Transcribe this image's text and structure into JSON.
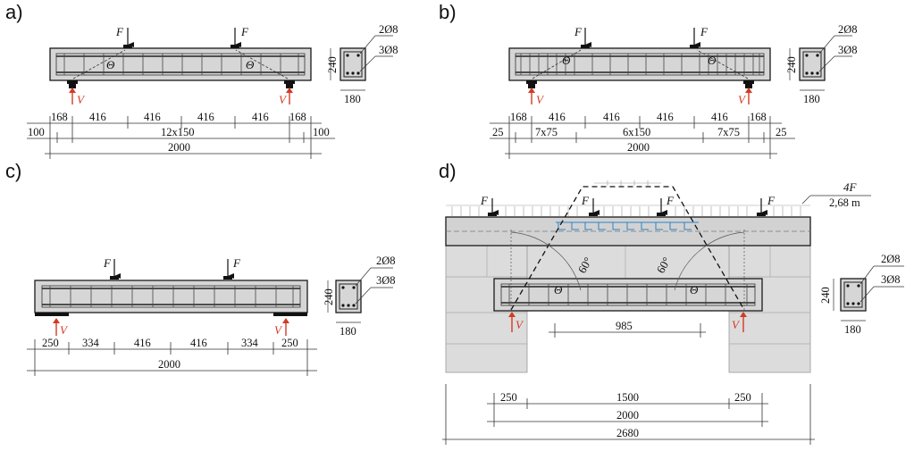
{
  "colors": {
    "beam": "#d6d6d6",
    "edge": "#1a1a1a",
    "reaction": "#d43a24",
    "block": "#dcdcdc",
    "plate": "#bfe0f5"
  },
  "panels": {
    "a": {
      "label": "a)",
      "load": "F",
      "reaction": "V",
      "theta": "Θ",
      "section": {
        "height": "240",
        "width": "180",
        "top_bars": "2Ø8",
        "bottom_bars": "3Ø8"
      },
      "dims": {
        "r1": [
          "168",
          "416",
          "416",
          "416",
          "416",
          "168"
        ],
        "r2": [
          "100",
          "12x150",
          "100"
        ],
        "r3": "2000"
      }
    },
    "b": {
      "label": "b)",
      "load": "F",
      "reaction": "V",
      "theta": "Θ",
      "section": {
        "height": "240",
        "width": "180",
        "top_bars": "2Ø8",
        "bottom_bars": "3Ø8"
      },
      "dims": {
        "r1": [
          "168",
          "416",
          "416",
          "416",
          "416",
          "168"
        ],
        "r2": [
          "25",
          "7x75",
          "6x150",
          "7x75",
          "25"
        ],
        "r3": "2000"
      }
    },
    "c": {
      "label": "c)",
      "load": "F",
      "reaction": "V",
      "section": {
        "height": "240",
        "width": "180",
        "top_bars": "2Ø8",
        "bottom_bars": "3Ø8"
      },
      "dims": {
        "r1": [
          "250",
          "334",
          "416",
          "416",
          "334",
          "250"
        ],
        "r2": "2000"
      }
    },
    "d": {
      "label": "d)",
      "load": "F",
      "reaction": "V",
      "theta": "Θ",
      "load_note_top": "4F",
      "load_note_bottom": "2,68 m",
      "angle": "60°",
      "span": "985",
      "section": {
        "height": "240",
        "width": "180",
        "top_bars": "2Ø8",
        "bottom_bars": "3Ø8"
      },
      "dims": {
        "r1": [
          "250",
          "1500",
          "250"
        ],
        "r2": "2000",
        "r3": "2680"
      }
    }
  }
}
